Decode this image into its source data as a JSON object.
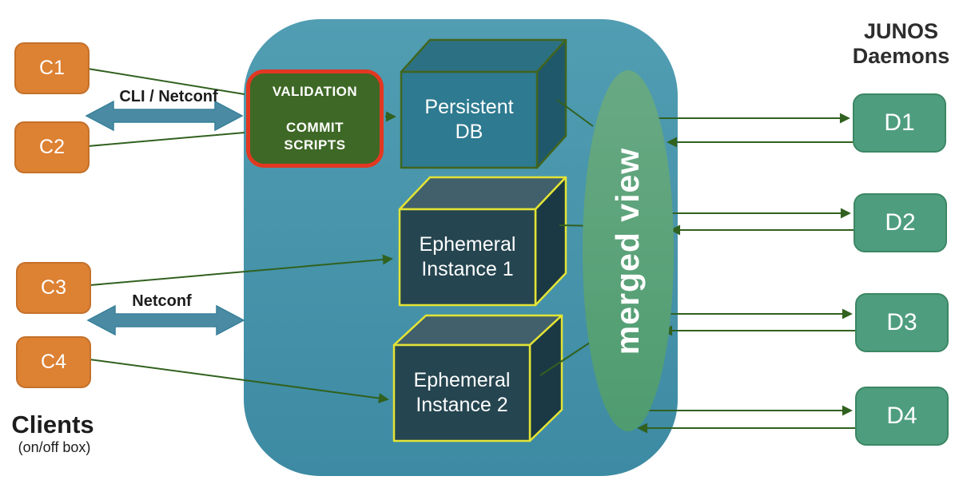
{
  "diagram": {
    "clients": {
      "title": "Clients",
      "subtitle": "(on/off box)",
      "nodes": [
        {
          "id": "C1"
        },
        {
          "id": "C2"
        },
        {
          "id": "C3"
        },
        {
          "id": "C4"
        }
      ]
    },
    "daemons": {
      "title": "JUNOS\nDaemons",
      "nodes": [
        {
          "id": "D1"
        },
        {
          "id": "D2"
        },
        {
          "id": "D3"
        },
        {
          "id": "D4"
        }
      ]
    },
    "protocol_labels": {
      "top": "CLI / Netconf",
      "bottom": "Netconf"
    },
    "junos_box": {
      "validation": "VALIDATION\n\nCOMMIT\nSCRIPTS",
      "persistent_db": "Persistent\nDB",
      "ephemeral_instance_1": "Ephemeral\nInstance 1",
      "ephemeral_instance_2": "Ephemeral\nInstance 2",
      "merged_view": "merged view"
    },
    "colors": {
      "client_fill": "#DD8133",
      "client_border": "#C4702A",
      "daemon_fill": "#4E9D7E",
      "daemon_border": "#3C8765",
      "container_top": "#519DB2",
      "container_mid": "#4693AA",
      "container_bottom": "#3D8AA3",
      "validation_fill": "#3E6826",
      "validation_border": "#E23822",
      "persistent_front": "#2E7A90",
      "persistent_top": "#2C7183",
      "persistent_side": "#20586B",
      "persistent_border": "#40651F",
      "ephemeral_front": "#254550",
      "ephemeral_top": "#41606B",
      "ephemeral_side": "#1A3945",
      "ephemeral_border": "#E4E435",
      "ellipse_top": "#68A983",
      "ellipse_bottom": "#4F9C70",
      "thick_arrow": "#4A8BA3",
      "thick_arrow_edge": "#38809A",
      "line": "#31611F",
      "text_dark": "#1D1D1D"
    }
  }
}
